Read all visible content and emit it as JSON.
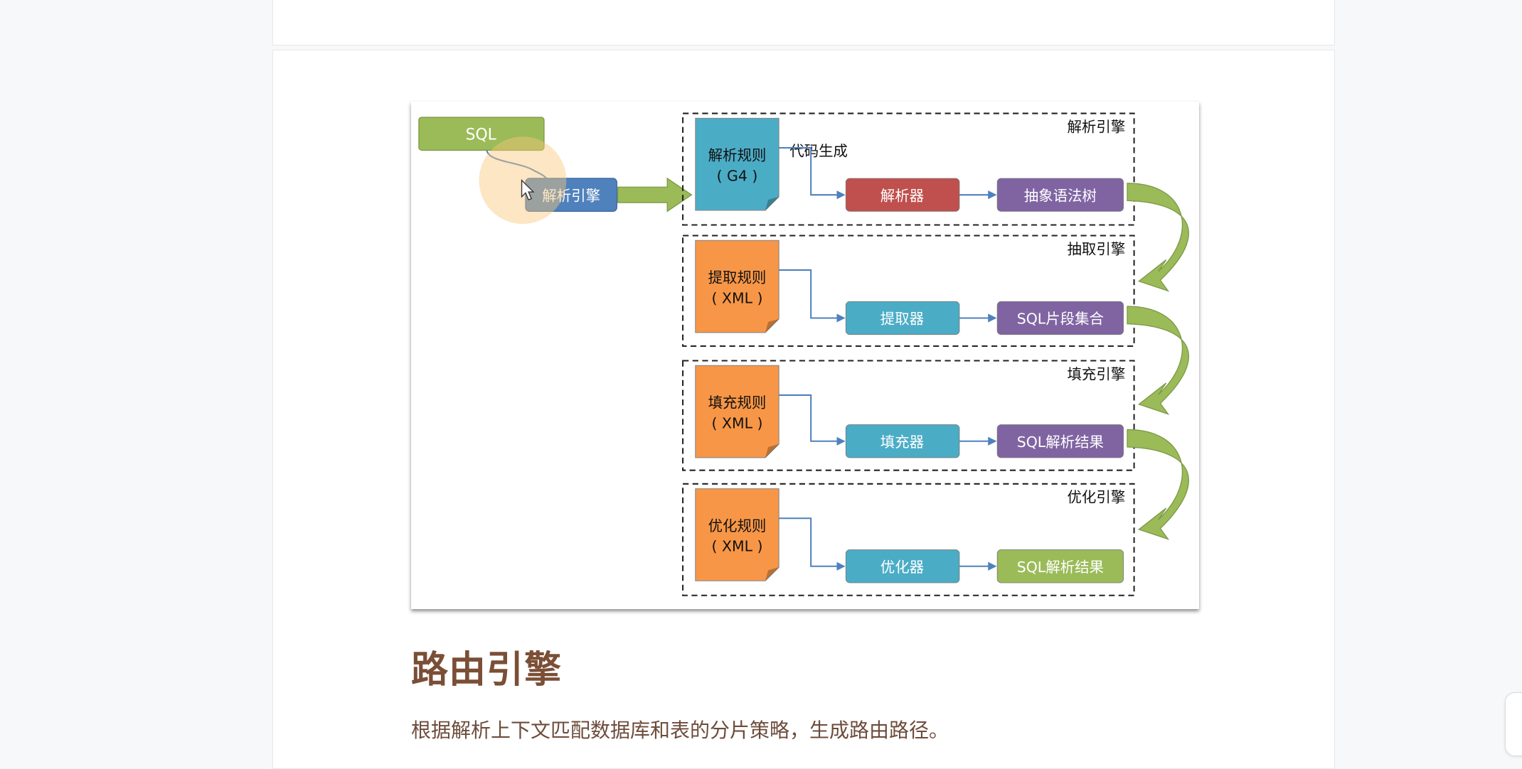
{
  "diagram": {
    "sql_label": "SQL",
    "parse_engine_entry": "解析引擎",
    "code_gen_label": "代码生成",
    "colors": {
      "green": "#9bbb59",
      "blue": "#4f81bd",
      "cyan": "#4bacc6",
      "orange": "#f79646",
      "red": "#c0504d",
      "purple": "#8064a2"
    },
    "stages": [
      {
        "engine": "解析引擎",
        "rule": "解析规则",
        "rule_format": "( G4 )",
        "processor": "解析器",
        "output": "抽象语法树",
        "rule_color": "#4bacc6",
        "processor_color": "#c0504d",
        "output_color": "#8064a2"
      },
      {
        "engine": "抽取引擎",
        "rule": "提取规则",
        "rule_format": "( XML )",
        "processor": "提取器",
        "output": "SQL片段集合",
        "rule_color": "#f79646",
        "processor_color": "#4bacc6",
        "output_color": "#8064a2"
      },
      {
        "engine": "填充引擎",
        "rule": "填充规则",
        "rule_format": "( XML )",
        "processor": "填充器",
        "output": "SQL解析结果",
        "rule_color": "#f79646",
        "processor_color": "#4bacc6",
        "output_color": "#8064a2"
      },
      {
        "engine": "优化引擎",
        "rule": "优化规则",
        "rule_format": "( XML )",
        "processor": "优化器",
        "output": "SQL解析结果",
        "rule_color": "#f79646",
        "processor_color": "#4bacc6",
        "output_color": "#9bbb59"
      }
    ]
  },
  "section": {
    "heading": "路由引擎",
    "paragraph": "根据解析上下文匹配数据库和表的分片策略，生成路由路径。"
  }
}
